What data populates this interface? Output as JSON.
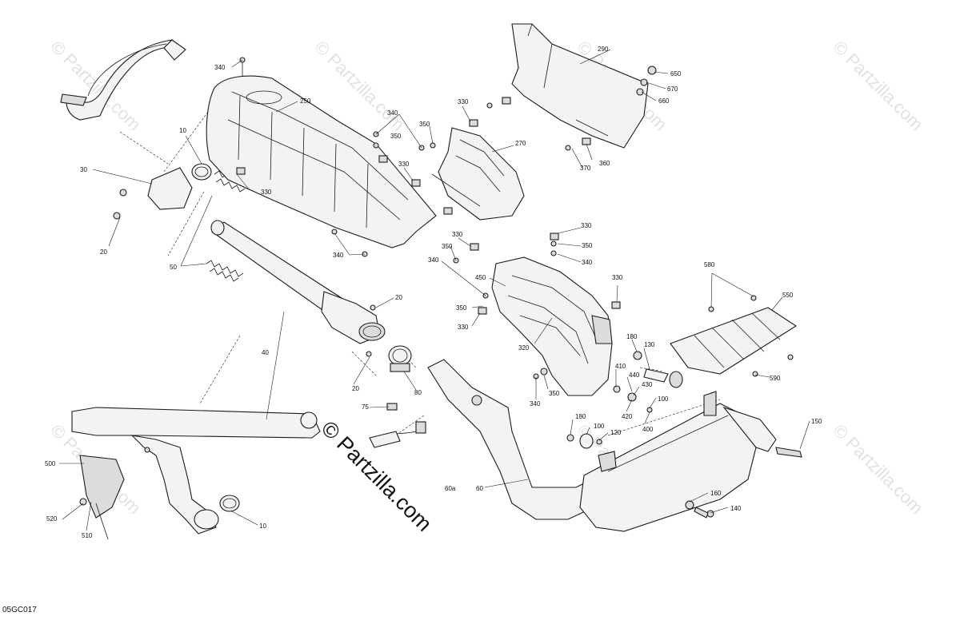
{
  "diagram_code": "05GC017",
  "watermark": "© Partzilla.com",
  "watermark_main": "© Partzilla.com",
  "labels": {
    "l_290": "290",
    "l_650": "650",
    "l_670": "670",
    "l_660": "660",
    "l_340a": "340",
    "l_250": "250",
    "l_10a": "10",
    "l_30": "30",
    "l_20a": "20",
    "l_330a": "330",
    "l_340b": "340",
    "l_350a": "350",
    "l_350b": "350",
    "l_330b": "330",
    "l_330c": "330",
    "l_270": "270",
    "l_370": "370",
    "l_360": "360",
    "l_50": "50",
    "l_340c": "340",
    "l_330d": "330",
    "l_350c": "350",
    "l_340d": "340",
    "l_330e": "330",
    "l_350d": "350",
    "l_340e": "340",
    "l_450": "450",
    "l_350e": "350",
    "l_330f": "330",
    "l_330g": "330",
    "l_580": "580",
    "l_550": "550",
    "l_20b": "20",
    "l_20c": "20",
    "l_40": "40",
    "l_80": "80",
    "l_320": "320",
    "l_180a": "180",
    "l_130": "130",
    "l_410": "410",
    "l_440": "440",
    "l_430": "430",
    "l_350f": "350",
    "l_340f": "340",
    "l_420": "420",
    "l_100a": "100",
    "l_400": "400",
    "l_590": "590",
    "l_75": "75",
    "l_180b": "180",
    "l_100b": "100",
    "l_120": "120",
    "l_150": "150",
    "l_60a": "60a",
    "l_60": "60",
    "l_160": "160",
    "l_140": "140",
    "l_500": "500",
    "l_520": "520",
    "l_510": "510",
    "l_10b": "10"
  }
}
